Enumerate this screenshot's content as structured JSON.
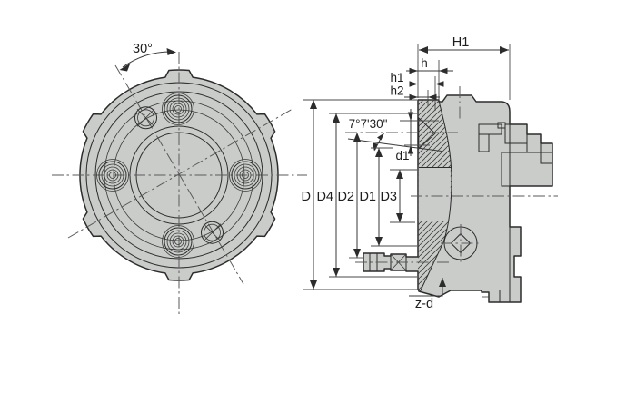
{
  "front_view": {
    "angle_label": "30°"
  },
  "section_view": {
    "h_total_label": "H1",
    "h_label": "h",
    "h1_label": "h1",
    "h2_label": "h2",
    "taper_angle_label": "7°7'30\"",
    "d1_label": "d1",
    "dia_row": [
      "D",
      "D4",
      "D2",
      "D1",
      "D3"
    ],
    "holes_label": "z-d"
  },
  "colors": {
    "body_fill": "#c9ccc9",
    "outline": "#2c2c2c",
    "centerline": "#5a5a5a",
    "background": "#ffffff"
  }
}
